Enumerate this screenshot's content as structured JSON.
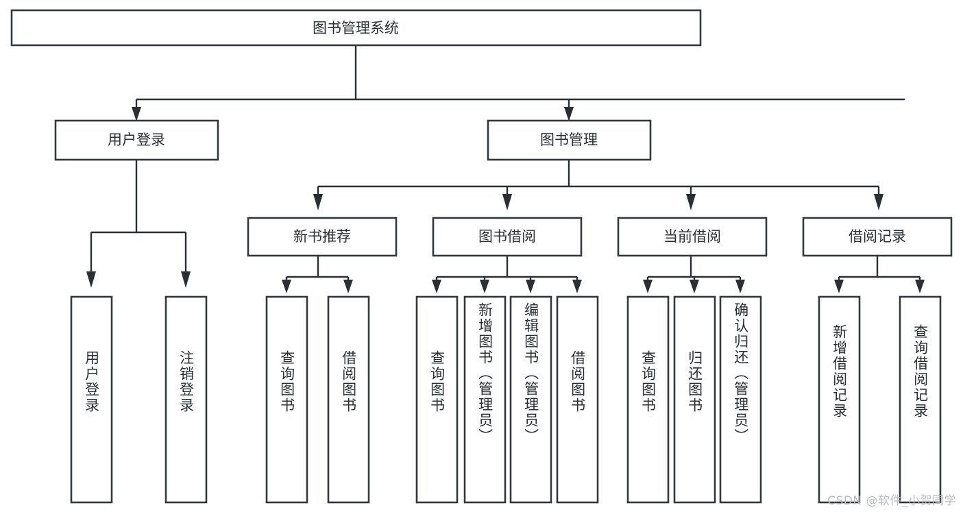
{
  "diagram": {
    "title": "图书管理系统",
    "watermark": "CSDN @软件_小贺同学",
    "colors": {
      "box_stroke": "#33373b",
      "connector": "#2b2f33",
      "background": "#ffffff",
      "text": "#2b2f33",
      "watermark": "#b9bcc0"
    },
    "root": {
      "label": "图书管理系统"
    },
    "level1": [
      {
        "label": "用户登录"
      },
      {
        "label": "图书管理"
      }
    ],
    "level2": [
      {
        "label": "新书推荐"
      },
      {
        "label": "图书借阅"
      },
      {
        "label": "当前借阅"
      },
      {
        "label": "借阅记录"
      }
    ],
    "leaves": {
      "user_login": [
        {
          "label": "用户登录"
        },
        {
          "label": "注销登录"
        }
      ],
      "new_book_recommend": [
        {
          "label": "查询图书"
        },
        {
          "label": "借阅图书"
        }
      ],
      "book_borrow": [
        {
          "label": "查询图书"
        },
        {
          "label": "新增图书（管理员）"
        },
        {
          "label": "编辑图书（管理员）"
        },
        {
          "label": "借阅图书"
        }
      ],
      "current_borrow": [
        {
          "label": "查询图书"
        },
        {
          "label": "归还图书"
        },
        {
          "label": "确认归还（管理员）"
        }
      ],
      "borrow_record": [
        {
          "label": "新增借阅记录"
        },
        {
          "label": "查询借阅记录"
        }
      ]
    }
  }
}
